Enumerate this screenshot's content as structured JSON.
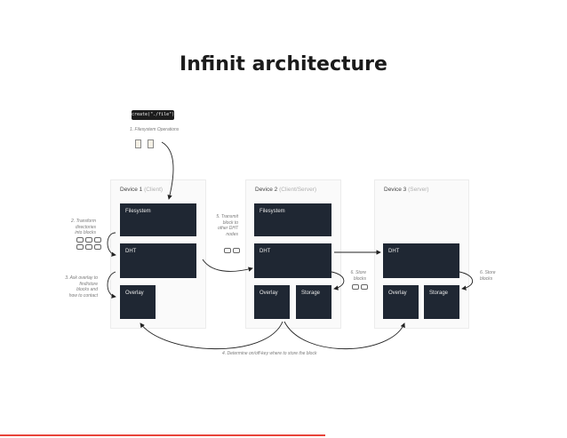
{
  "title": "Infinit architecture",
  "code_snippet": "create(\"./file\")",
  "notes": {
    "filesystem_ops": "1. Filesystem Operations",
    "transform": [
      "2. Transform",
      "directories",
      "into blocks"
    ],
    "ask_overlay": [
      "3. Ask overlay to",
      "find/store",
      "blocks and",
      "how to contact"
    ],
    "transmit": [
      "5. Transmit",
      "block to",
      "other DHT",
      "nodes"
    ],
    "store_a": [
      "6. Store",
      "blocks"
    ],
    "store_b": [
      "6. Store",
      "blocks"
    ],
    "determine": "4. Determine on/off-key where to store the block"
  },
  "devices": [
    {
      "name": "Device 1",
      "role": "(Client)",
      "blocks": {
        "filesystem": "Filesystem",
        "dht": "DHT",
        "overlay": "Overlay"
      }
    },
    {
      "name": "Device 2",
      "role": "(Client/Server)",
      "blocks": {
        "filesystem": "Filesystem",
        "dht": "DHT",
        "overlay": "Overlay",
        "storage": "Storage"
      }
    },
    {
      "name": "Device 3",
      "role": "(Server)",
      "blocks": {
        "dht": "DHT",
        "overlay": "Overlay",
        "storage": "Storage"
      }
    }
  ],
  "colors": {
    "block": "#1f2733",
    "accent_line": "#e8443a",
    "arrow": "#222222"
  }
}
